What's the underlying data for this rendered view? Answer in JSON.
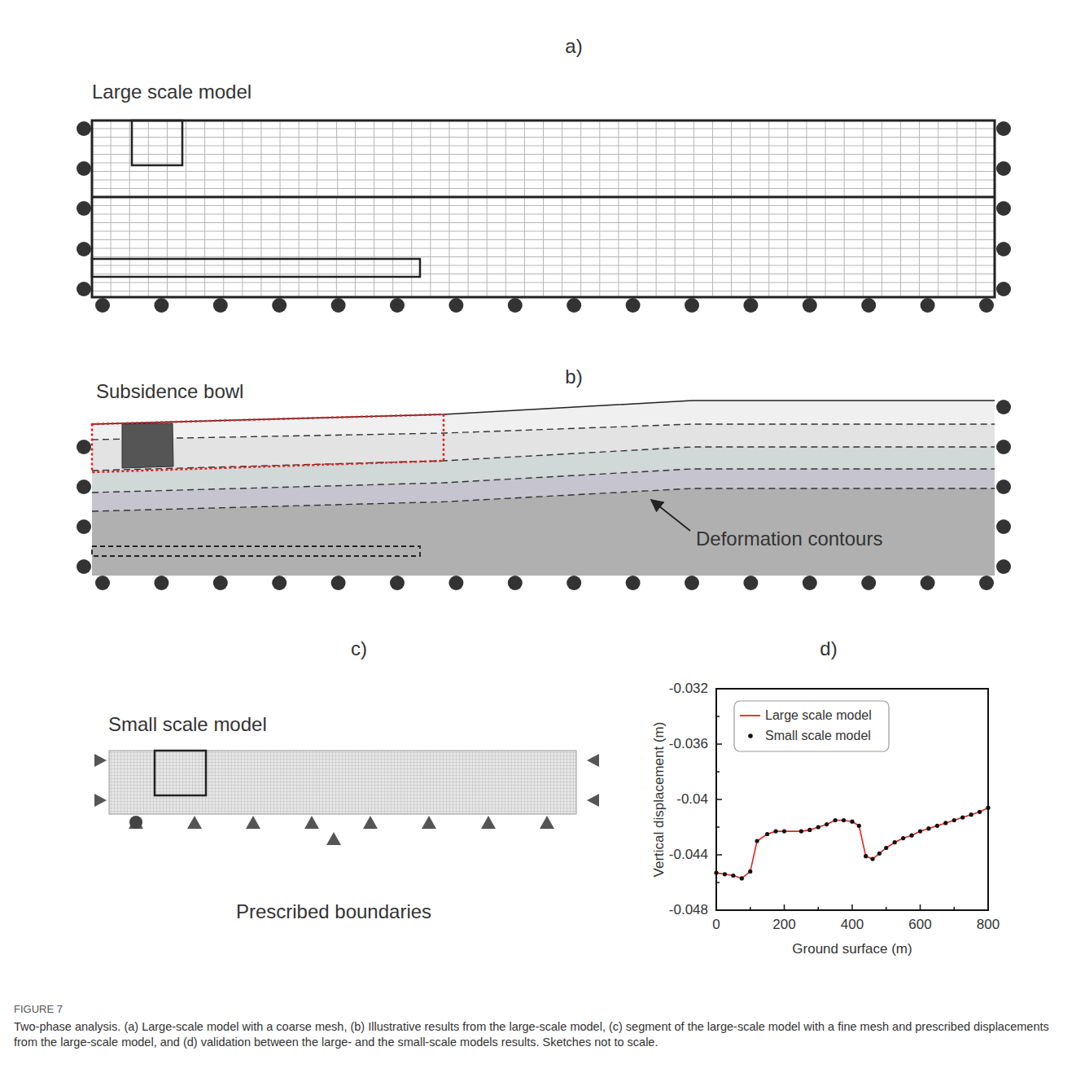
{
  "diagram": {
    "caption": "Two-phase analysis. (a) Large-scale model with a coarse mesh, (b) Illustrative results from the large-scale model, (c) segment of the large-scale model with a fine mesh and prescribed displacements from the large-scale model, and (d) validation between the large- and the small-scale models results. Sketches not to scale.",
    "labels": [
      "a)",
      "Large scale model",
      "b)",
      "Subsidence bowl",
      "Deformation contours",
      "c)",
      "Small scale model",
      "Prescribed boundaries",
      "d)",
      "Vertical displacement (m)",
      "-0.032",
      "-0.036",
      "-0.04",
      "-0.044",
      "-0.048",
      "0",
      "200",
      "400",
      "600",
      "800",
      "Ground surface (m)",
      "FIGURE 7"
    ],
    "legend": [
      {
        "text": "Large scale model"
      },
      {
        "text": "Small scale model"
      }
    ]
  }
}
